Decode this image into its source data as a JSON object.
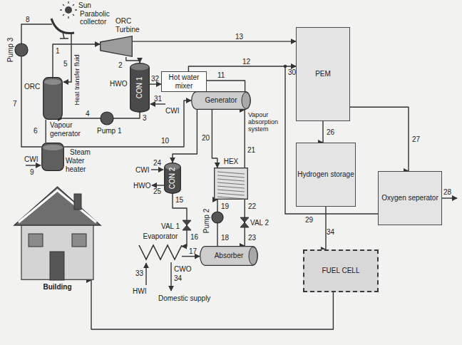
{
  "diagram": {
    "nodes": [
      {
        "text": [
          "ORC Turbine"
        ]
      },
      {
        "text": [
          "Vapour generator"
        ]
      },
      {
        "text": [
          "CON 1"
        ]
      },
      {
        "text": [
          "Hot water mixer"
        ]
      },
      {
        "text": [
          "Generator"
        ]
      },
      {
        "text": [
          "PEM"
        ]
      },
      {
        "text": [
          "Water heater"
        ]
      },
      {
        "text": [
          "CON 2"
        ]
      },
      {
        "text": [
          "HEX"
        ]
      },
      {
        "text": [
          "Hydrogen storage"
        ]
      },
      {
        "text": [
          "Oxygen seperator"
        ]
      },
      {
        "text": [
          "Evaporator"
        ]
      },
      {
        "text": [
          "Absorber"
        ]
      },
      {
        "text": [
          "FUEL CELL"
        ]
      },
      {
        "text": [
          "Building"
        ]
      }
    ],
    "edges": [
      {
        "from": 0,
        "to": 2,
        "arrow": "to"
      },
      {
        "from": 0,
        "to": 5,
        "arrow": "to"
      },
      {
        "from": 2,
        "to": 3,
        "arrow": "to"
      },
      {
        "from": 4,
        "to": 3,
        "arrow": "to"
      },
      {
        "from": 3,
        "to": 5,
        "arrow": "to"
      },
      {
        "from": 6,
        "to": 4,
        "arrow": "to"
      },
      {
        "from": 4,
        "to": 7,
        "arrow": "to"
      },
      {
        "from": 8,
        "to": 4,
        "arrow": "to"
      },
      {
        "from": 4,
        "to": 8,
        "arrow": "to"
      },
      {
        "from": 7,
        "to": 11,
        "arrow": "to"
      },
      {
        "from": 11,
        "to": 12,
        "arrow": "to"
      },
      {
        "from": 12,
        "to": 8,
        "arrow": "to"
      },
      {
        "from": 8,
        "to": 12,
        "arrow": "to"
      },
      {
        "from": 5,
        "to": 9,
        "arrow": "to"
      },
      {
        "from": 5,
        "to": 10,
        "arrow": "to"
      },
      {
        "from": 9,
        "to": 13,
        "arrow": "to"
      },
      {
        "from": 13,
        "to": 14,
        "arrow": "to"
      },
      {
        "from": 1,
        "to": 0,
        "arrow": "to"
      },
      {
        "from": 2,
        "to": 1,
        "arrow": "to"
      },
      {
        "from": 1,
        "to": 6,
        "arrow": "none"
      }
    ],
    "labels": [
      "Sun",
      "Parabolic collector",
      "8",
      "Pump 3",
      "1",
      "5",
      "Heat transfer fluid",
      "ORC",
      "2",
      "HWO",
      "CWI",
      "31",
      "32",
      "3",
      "Pump 1",
      "4",
      "6",
      "7",
      "Steam",
      "10",
      "CWI",
      "9",
      "13",
      "12",
      "11",
      "30",
      "Vapour absorption system",
      "20",
      "21",
      "CWI",
      "24",
      "HWO",
      "25",
      "15",
      "VAL 1",
      "16",
      "Pump 2",
      "19",
      "18",
      "VAL 2",
      "22",
      "23",
      "17",
      "33",
      "HWI",
      "CWO",
      "34",
      "Domestic supply",
      "26",
      "27",
      "28",
      "29",
      "34"
    ]
  }
}
